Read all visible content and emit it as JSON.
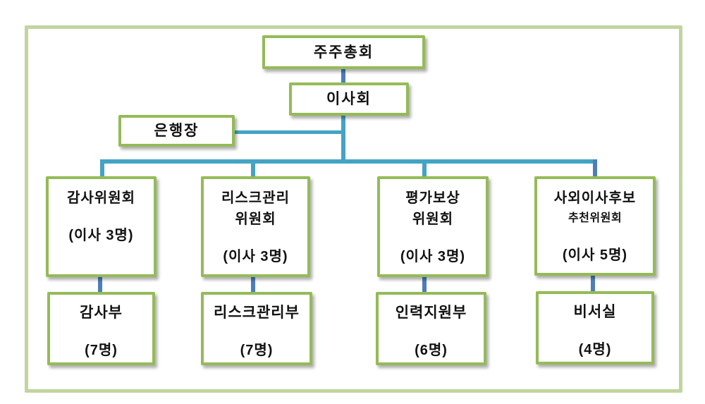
{
  "nodes": {
    "top": {
      "label": "주주총회"
    },
    "board": {
      "label": "이사회"
    },
    "president": {
      "label": "은행장"
    },
    "committees": [
      {
        "line1": "감사위원회",
        "line2": "",
        "members": "(이사  3명)"
      },
      {
        "line1": "리스크관리",
        "line2": "위원회",
        "members": "(이사  3명)"
      },
      {
        "line1": "평가보상",
        "line2": "위원회",
        "members": "(이사  3명)"
      },
      {
        "line1": "사외이사후보",
        "line2": "추천위원회",
        "members": "(이사  5명)"
      }
    ],
    "departments": [
      {
        "name": "감사부",
        "members": "(7명)"
      },
      {
        "name": "리스크관리부",
        "members": "(7명)"
      },
      {
        "name": "인력지원부",
        "members": "(6명)"
      },
      {
        "name": "비서실",
        "members": "(4명)"
      }
    ]
  },
  "colors": {
    "frame_border": "#C2D4A0",
    "box_border": "#94BB57",
    "teal_line": "#45A3C4",
    "blue_line": "#4D7EBA",
    "text_color": "#111111"
  }
}
